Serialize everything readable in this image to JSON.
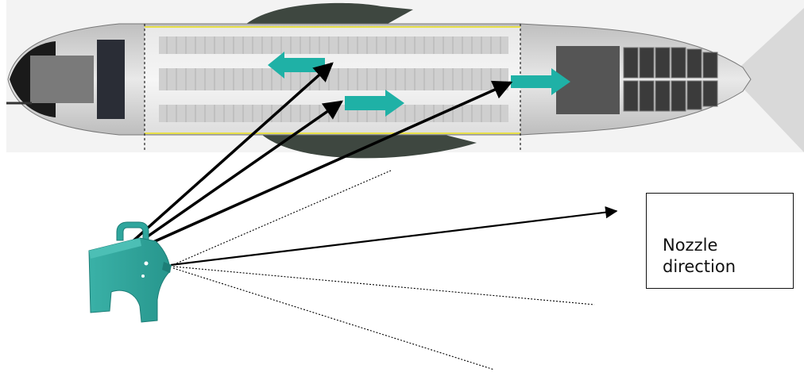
{
  "colors": {
    "nozzle_arrow": "#1fb1a6",
    "device_body": "#2fa69d",
    "pointer_line": "#000000",
    "dotted_line": "#000000",
    "legend_border": "#111111",
    "cabin_highlight": "#e8e04a",
    "fuselage": "#d6d6d6"
  },
  "icons": {
    "device": "fogging-device-icon",
    "nozzle": "nozzle-direction-arrow-icon",
    "aircraft": "aircraft-cutaway-icon"
  },
  "legend": {
    "label": "Nozzle direction",
    "label_lines": [
      "Nozzle",
      "direction"
    ]
  }
}
